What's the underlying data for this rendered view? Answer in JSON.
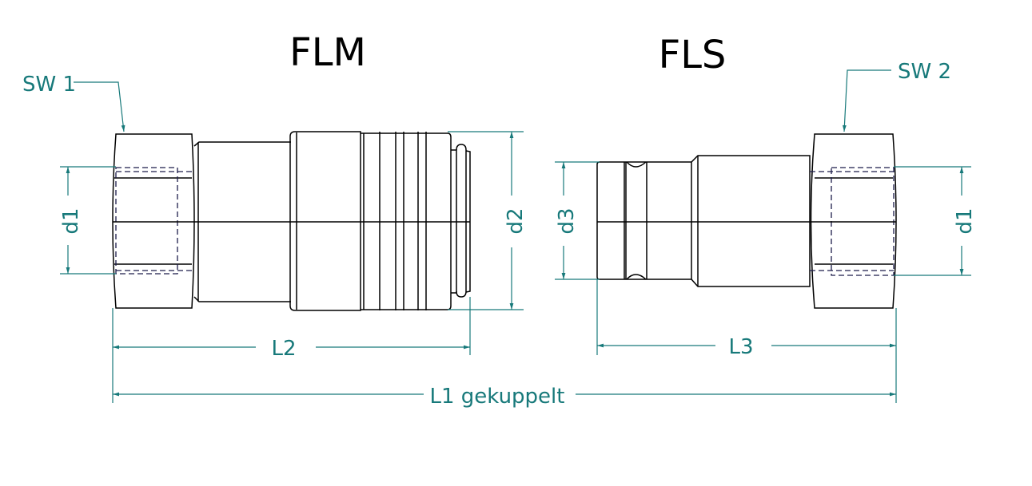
{
  "titles": {
    "left": "FLM",
    "right": "FLS"
  },
  "labels": {
    "sw1": "SW 1",
    "sw2": "SW 2",
    "d1_left": "d1",
    "d2": "d2",
    "d3": "d3",
    "d1_right": "d1",
    "l2": "L2",
    "l3": "L3",
    "l1": "L1 gekuppelt"
  },
  "colors": {
    "dimension": "#17797a",
    "outline": "#000000"
  }
}
